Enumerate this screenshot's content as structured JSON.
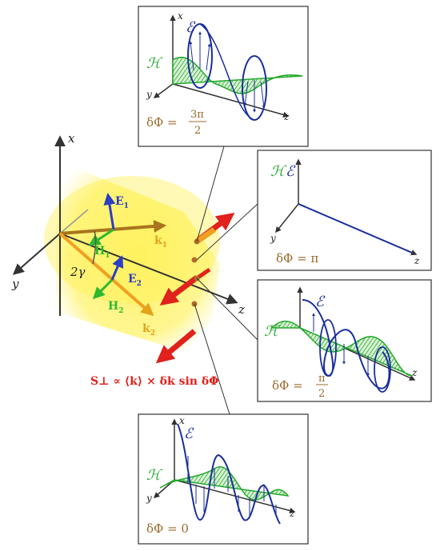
{
  "main": {
    "axis_x": "x",
    "axis_y": "y",
    "axis_z": "z",
    "E1": "E",
    "E1_sub": "1",
    "H1": "H",
    "H1_sub": "1",
    "k1": "k",
    "k1_sub": "1",
    "E2": "E",
    "E2_sub": "2",
    "H2": "H",
    "H2_sub": "2",
    "k2": "k",
    "k2_sub": "2",
    "angle": "2γ",
    "formula": "S⊥ ∝ ⟨k⟩ × δk sin δΦ"
  },
  "panels": [
    {
      "id": "p1",
      "E_label": "ℰ",
      "H_label": "ℋ",
      "x": "x",
      "y": "y",
      "z": "z",
      "phase_lhs": "δΦ =",
      "phase_num": "3π",
      "phase_den": "2"
    },
    {
      "id": "p2",
      "E_label": "ℰ",
      "H_label": "ℋ",
      "y": "y",
      "z": "z",
      "phase_lhs": "δΦ = π"
    },
    {
      "id": "p3",
      "E_label": "ℰ",
      "H_label": "ℋ",
      "z": "z",
      "phase_lhs": "δΦ =",
      "phase_num": "π",
      "phase_den": "2"
    },
    {
      "id": "p4",
      "E_label": "ℰ",
      "H_label": "ℋ",
      "x": "x",
      "y": "y",
      "z": "z",
      "phase_lhs": "δΦ = 0"
    }
  ],
  "colors": {
    "e_wave": "#1a2f9c",
    "h_wave": "#22a82a",
    "k_arrow": "#e3a21a",
    "s_arrow": "#e0211c",
    "beam": "#fff15a",
    "phase_text": "#9a6a2a"
  }
}
